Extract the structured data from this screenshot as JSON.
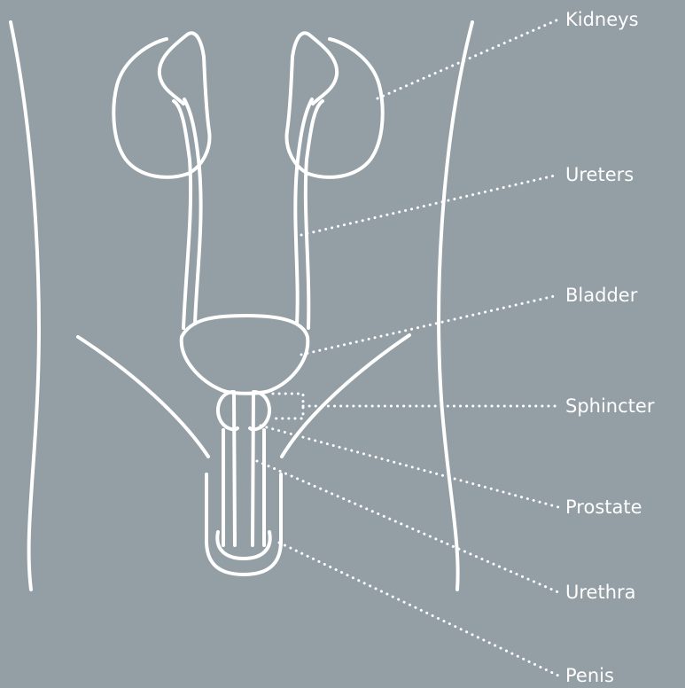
{
  "colors": {
    "background": "#939ea5",
    "line": "#ffffff"
  },
  "labels": {
    "kidneys": "Kidneys",
    "ureters": "Ureters",
    "bladder": "Bladder",
    "sphincter": "Sphincter",
    "prostate": "Prostate",
    "urethra": "Urethra",
    "penis": "Penis"
  }
}
